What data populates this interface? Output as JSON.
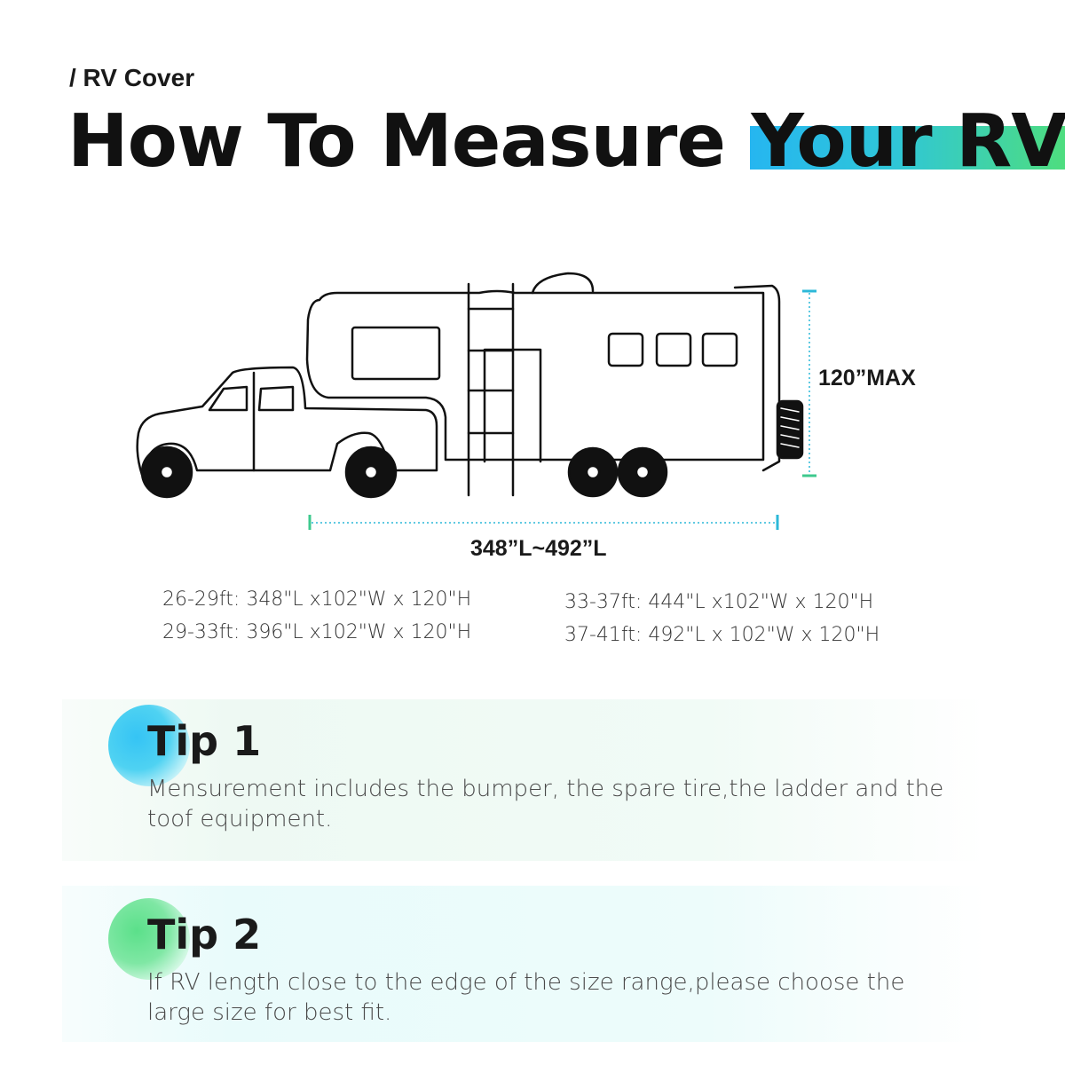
{
  "breadcrumb": "/ RV Cover",
  "headline": {
    "prefix": "How To Measure ",
    "highlight": "Your RV"
  },
  "dimensions": {
    "height": "120”MAX",
    "length": "348”L~492”L"
  },
  "sizes": [
    "26-29ft: 348\"L x102\"W x 120\"H",
    "29-33ft: 396\"L x102\"W x 120\"H",
    "33-37ft: 444\"L x102\"W x 120\"H",
    "37-41ft: 492\"L x 102\"W x 120\"H"
  ],
  "tips": [
    {
      "title": "Tip 1",
      "text": "Mensurement includes the bumper, the spare tire,the ladder and the toof equipment."
    },
    {
      "title": "Tip 2",
      "text": "If RV length close to the edge of the size range,please choose the large size for best fit."
    }
  ],
  "colors": {
    "accent_blue": "#26b6f0",
    "accent_green": "#4fde7c",
    "dimension_line": "#2cb8d8"
  }
}
